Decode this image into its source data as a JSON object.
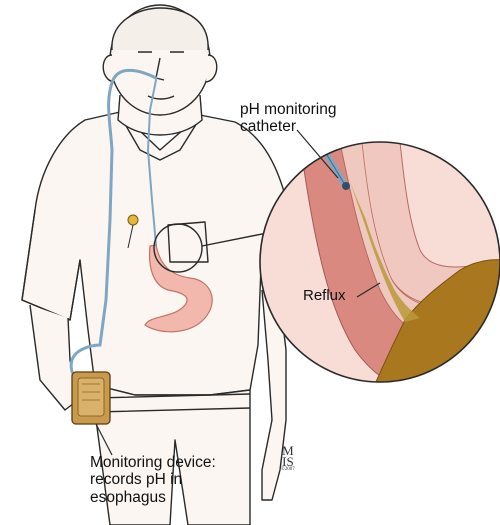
{
  "labels": {
    "catheter": "pH monitoring\ncatheter",
    "reflux": "Reflux",
    "device": "Monitoring device:\nrecords pH in\nesophagus"
  },
  "signature": {
    "initials_top": "M",
    "initials_bottom": "IS",
    "year": "©2007"
  },
  "colors": {
    "outline": "#2a2a2a",
    "skin": "#fbf6f2",
    "catheter_tube": "#7fa6c2",
    "stomach": "#f2b8ae",
    "stomach_lining": "#e88f86",
    "esophagus_wall": "#d98980",
    "muscle_layer": "#f0c8bf",
    "reflux_fluid": "#a9781e",
    "device": "#c89a4e",
    "electrode": "#e3b83a"
  }
}
